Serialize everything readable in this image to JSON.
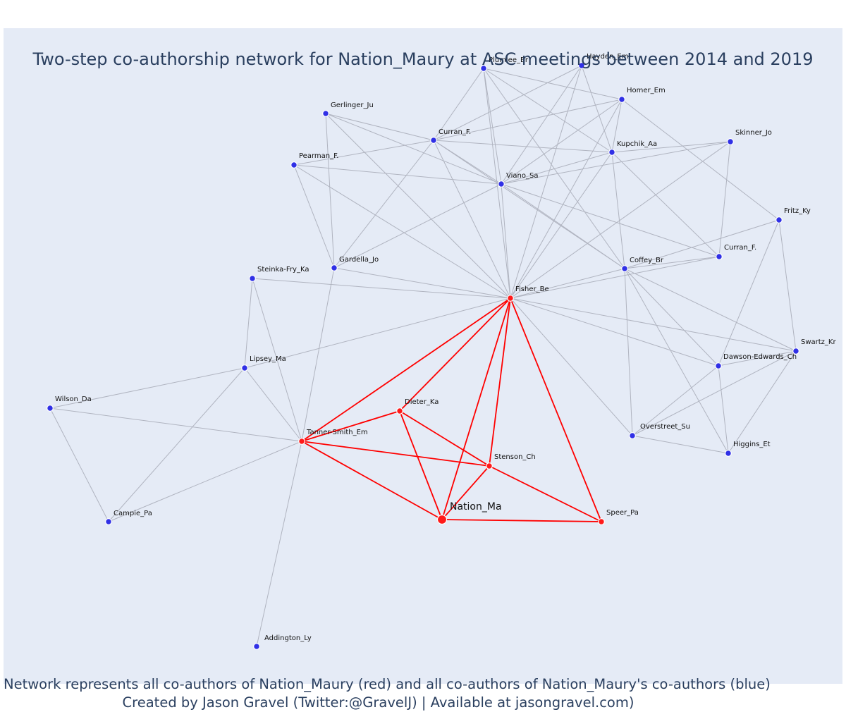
{
  "title": "Two-step co-authorship network for Nation_Maury at ASC meetings between 2014 and 2019",
  "caption_line1": "Network represents all co-authors of Nation_Maury (red) and all co-authors of Nation_Maury's co-authors (blue)",
  "caption_line2": "Created by Jason Gravel (Twitter:@GravelJ) | Available at jasongravel.com)",
  "colors": {
    "background": "#e5ebf6",
    "first_step": "#ff0000",
    "second_step": "#3030e6",
    "edge": "#b0b4c0"
  },
  "nodes": [
    {
      "id": "plumlee",
      "label": "Plumlee_Br",
      "step": 2
    },
    {
      "id": "hayden",
      "label": "Hayden_Em",
      "step": 2
    },
    {
      "id": "homer",
      "label": "Homer_Em",
      "step": 2
    },
    {
      "id": "gerlinger",
      "label": "Gerlinger_Ju",
      "step": 2
    },
    {
      "id": "curran1",
      "label": "Curran_F.",
      "step": 2
    },
    {
      "id": "kupchik",
      "label": "Kupchik_Aa",
      "step": 2
    },
    {
      "id": "skinner",
      "label": "Skinner_Jo",
      "step": 2
    },
    {
      "id": "pearman",
      "label": "Pearman_F.",
      "step": 2
    },
    {
      "id": "viano",
      "label": "Viano_Sa",
      "step": 2
    },
    {
      "id": "fritz",
      "label": "Fritz_Ky",
      "step": 2
    },
    {
      "id": "curran2",
      "label": "Curran_F.",
      "step": 2
    },
    {
      "id": "gardella",
      "label": "Gardella_Jo",
      "step": 2
    },
    {
      "id": "coffey",
      "label": "Coffey_Br",
      "step": 2
    },
    {
      "id": "steinka",
      "label": "Steinka-Fry_Ka",
      "step": 2
    },
    {
      "id": "fisher",
      "label": "Fisher_Be",
      "step": 1
    },
    {
      "id": "swartz",
      "label": "Swartz_Kr",
      "step": 2
    },
    {
      "id": "lipsey",
      "label": "Lipsey_Ma",
      "step": 2
    },
    {
      "id": "dawson",
      "label": "Dawson-Edwards_Ch",
      "step": 2
    },
    {
      "id": "wilson",
      "label": "Wilson_Da",
      "step": 2
    },
    {
      "id": "dieter",
      "label": "Dieter_Ka",
      "step": 1
    },
    {
      "id": "tanner",
      "label": "Tanner-Smith_Em",
      "step": 1
    },
    {
      "id": "overstreet",
      "label": "Overstreet_Su",
      "step": 2
    },
    {
      "id": "higgins",
      "label": "Higgins_Et",
      "step": 2
    },
    {
      "id": "stenson",
      "label": "Stenson_Ch",
      "step": 1
    },
    {
      "id": "nation",
      "label": "Nation_Ma",
      "step": 0
    },
    {
      "id": "speer",
      "label": "Speer_Pa",
      "step": 1
    },
    {
      "id": "campie",
      "label": "Campie_Pa",
      "step": 2
    },
    {
      "id": "addington",
      "label": "Addington_Ly",
      "step": 2
    }
  ],
  "edges": [
    [
      "plumlee",
      "homer"
    ],
    [
      "plumlee",
      "kupchik"
    ],
    [
      "plumlee",
      "viano"
    ],
    [
      "plumlee",
      "coffey"
    ],
    [
      "plumlee",
      "fisher"
    ],
    [
      "plumlee",
      "curran1"
    ],
    [
      "hayden",
      "curran1"
    ],
    [
      "hayden",
      "viano"
    ],
    [
      "hayden",
      "fisher"
    ],
    [
      "hayden",
      "kupchik"
    ],
    [
      "homer",
      "curran1"
    ],
    [
      "homer",
      "viano"
    ],
    [
      "homer",
      "fisher"
    ],
    [
      "homer",
      "fritz"
    ],
    [
      "homer",
      "kupchik"
    ],
    [
      "gerlinger",
      "curran1"
    ],
    [
      "gerlinger",
      "viano"
    ],
    [
      "gerlinger",
      "fisher"
    ],
    [
      "gerlinger",
      "gardella"
    ],
    [
      "curran1",
      "pearman"
    ],
    [
      "curran1",
      "kupchik"
    ],
    [
      "curran1",
      "viano"
    ],
    [
      "curran1",
      "coffey"
    ],
    [
      "curran1",
      "fisher"
    ],
    [
      "curran1",
      "gardella"
    ],
    [
      "kupchik",
      "viano"
    ],
    [
      "kupchik",
      "skinner"
    ],
    [
      "kupchik",
      "coffey"
    ],
    [
      "kupchik",
      "fisher"
    ],
    [
      "kupchik",
      "curran2"
    ],
    [
      "skinner",
      "viano"
    ],
    [
      "skinner",
      "curran2"
    ],
    [
      "skinner",
      "fisher"
    ],
    [
      "pearman",
      "viano"
    ],
    [
      "pearman",
      "gardella"
    ],
    [
      "pearman",
      "fisher"
    ],
    [
      "viano",
      "coffey"
    ],
    [
      "viano",
      "curran2"
    ],
    [
      "viano",
      "fisher"
    ],
    [
      "viano",
      "gardella"
    ],
    [
      "fritz",
      "coffey"
    ],
    [
      "fritz",
      "dawson"
    ],
    [
      "fritz",
      "swartz"
    ],
    [
      "curran2",
      "coffey"
    ],
    [
      "curran2",
      "fisher"
    ],
    [
      "gardella",
      "fisher"
    ],
    [
      "gardella",
      "tanner"
    ],
    [
      "coffey",
      "fisher"
    ],
    [
      "coffey",
      "dawson"
    ],
    [
      "coffey",
      "swartz"
    ],
    [
      "coffey",
      "overstreet"
    ],
    [
      "coffey",
      "higgins"
    ],
    [
      "steinka",
      "lipsey"
    ],
    [
      "steinka",
      "tanner"
    ],
    [
      "steinka",
      "fisher"
    ],
    [
      "fisher",
      "lipsey"
    ],
    [
      "fisher",
      "swartz"
    ],
    [
      "fisher",
      "dawson"
    ],
    [
      "fisher",
      "overstreet"
    ],
    [
      "swartz",
      "dawson"
    ],
    [
      "swartz",
      "higgins"
    ],
    [
      "swartz",
      "overstreet"
    ],
    [
      "dawson",
      "higgins"
    ],
    [
      "dawson",
      "overstreet"
    ],
    [
      "overstreet",
      "higgins"
    ],
    [
      "lipsey",
      "wilson"
    ],
    [
      "lipsey",
      "tanner"
    ],
    [
      "lipsey",
      "campie"
    ],
    [
      "wilson",
      "tanner"
    ],
    [
      "wilson",
      "campie"
    ],
    [
      "tanner",
      "campie"
    ],
    [
      "tanner",
      "addington"
    ],
    [
      "nation",
      "tanner"
    ],
    [
      "nation",
      "fisher"
    ],
    [
      "nation",
      "dieter"
    ],
    [
      "nation",
      "stenson"
    ],
    [
      "nation",
      "speer"
    ],
    [
      "tanner",
      "fisher"
    ],
    [
      "tanner",
      "dieter"
    ],
    [
      "tanner",
      "stenson"
    ],
    [
      "fisher",
      "dieter"
    ],
    [
      "fisher",
      "stenson"
    ],
    [
      "fisher",
      "speer"
    ],
    [
      "dieter",
      "stenson"
    ],
    [
      "stenson",
      "speer"
    ]
  ]
}
